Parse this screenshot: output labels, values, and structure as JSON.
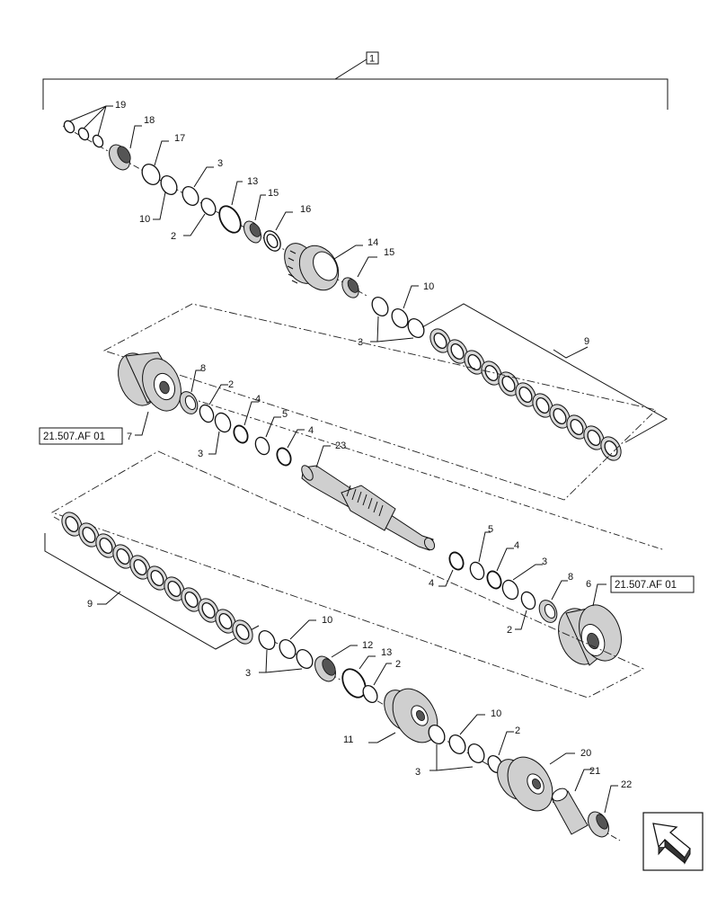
{
  "diagram": {
    "top_callout": "1",
    "part_labels": {
      "p19": "19",
      "p18": "18",
      "p17": "17",
      "p3a": "3",
      "p10a": "10",
      "p2a": "2",
      "p13a": "13",
      "p15a": "15",
      "p16": "16",
      "p14": "14",
      "p15b": "15",
      "p10b": "10",
      "p3b": "3",
      "p9a": "9",
      "p8a": "8",
      "p2b": "2",
      "p4a": "4",
      "p3c": "3",
      "p5a": "5",
      "p4b": "4",
      "p7": "7",
      "p23": "23",
      "p5b": "5",
      "p4c": "4",
      "p3d": "3",
      "p4d": "4",
      "p8b": "8",
      "p6": "6",
      "p2c": "2",
      "p9b": "9",
      "p10c": "10",
      "p3e": "3",
      "p12": "12",
      "p13b": "13",
      "p2d": "2",
      "p11": "11",
      "p10d": "10",
      "p2e": "2",
      "p3f": "3",
      "p20": "20",
      "p21": "21",
      "p22": "22"
    },
    "ref_left": "21.507.AF 01",
    "ref_right": "21.507.AF 01"
  },
  "nav": {
    "icon": "next-page-arrow-icon"
  }
}
